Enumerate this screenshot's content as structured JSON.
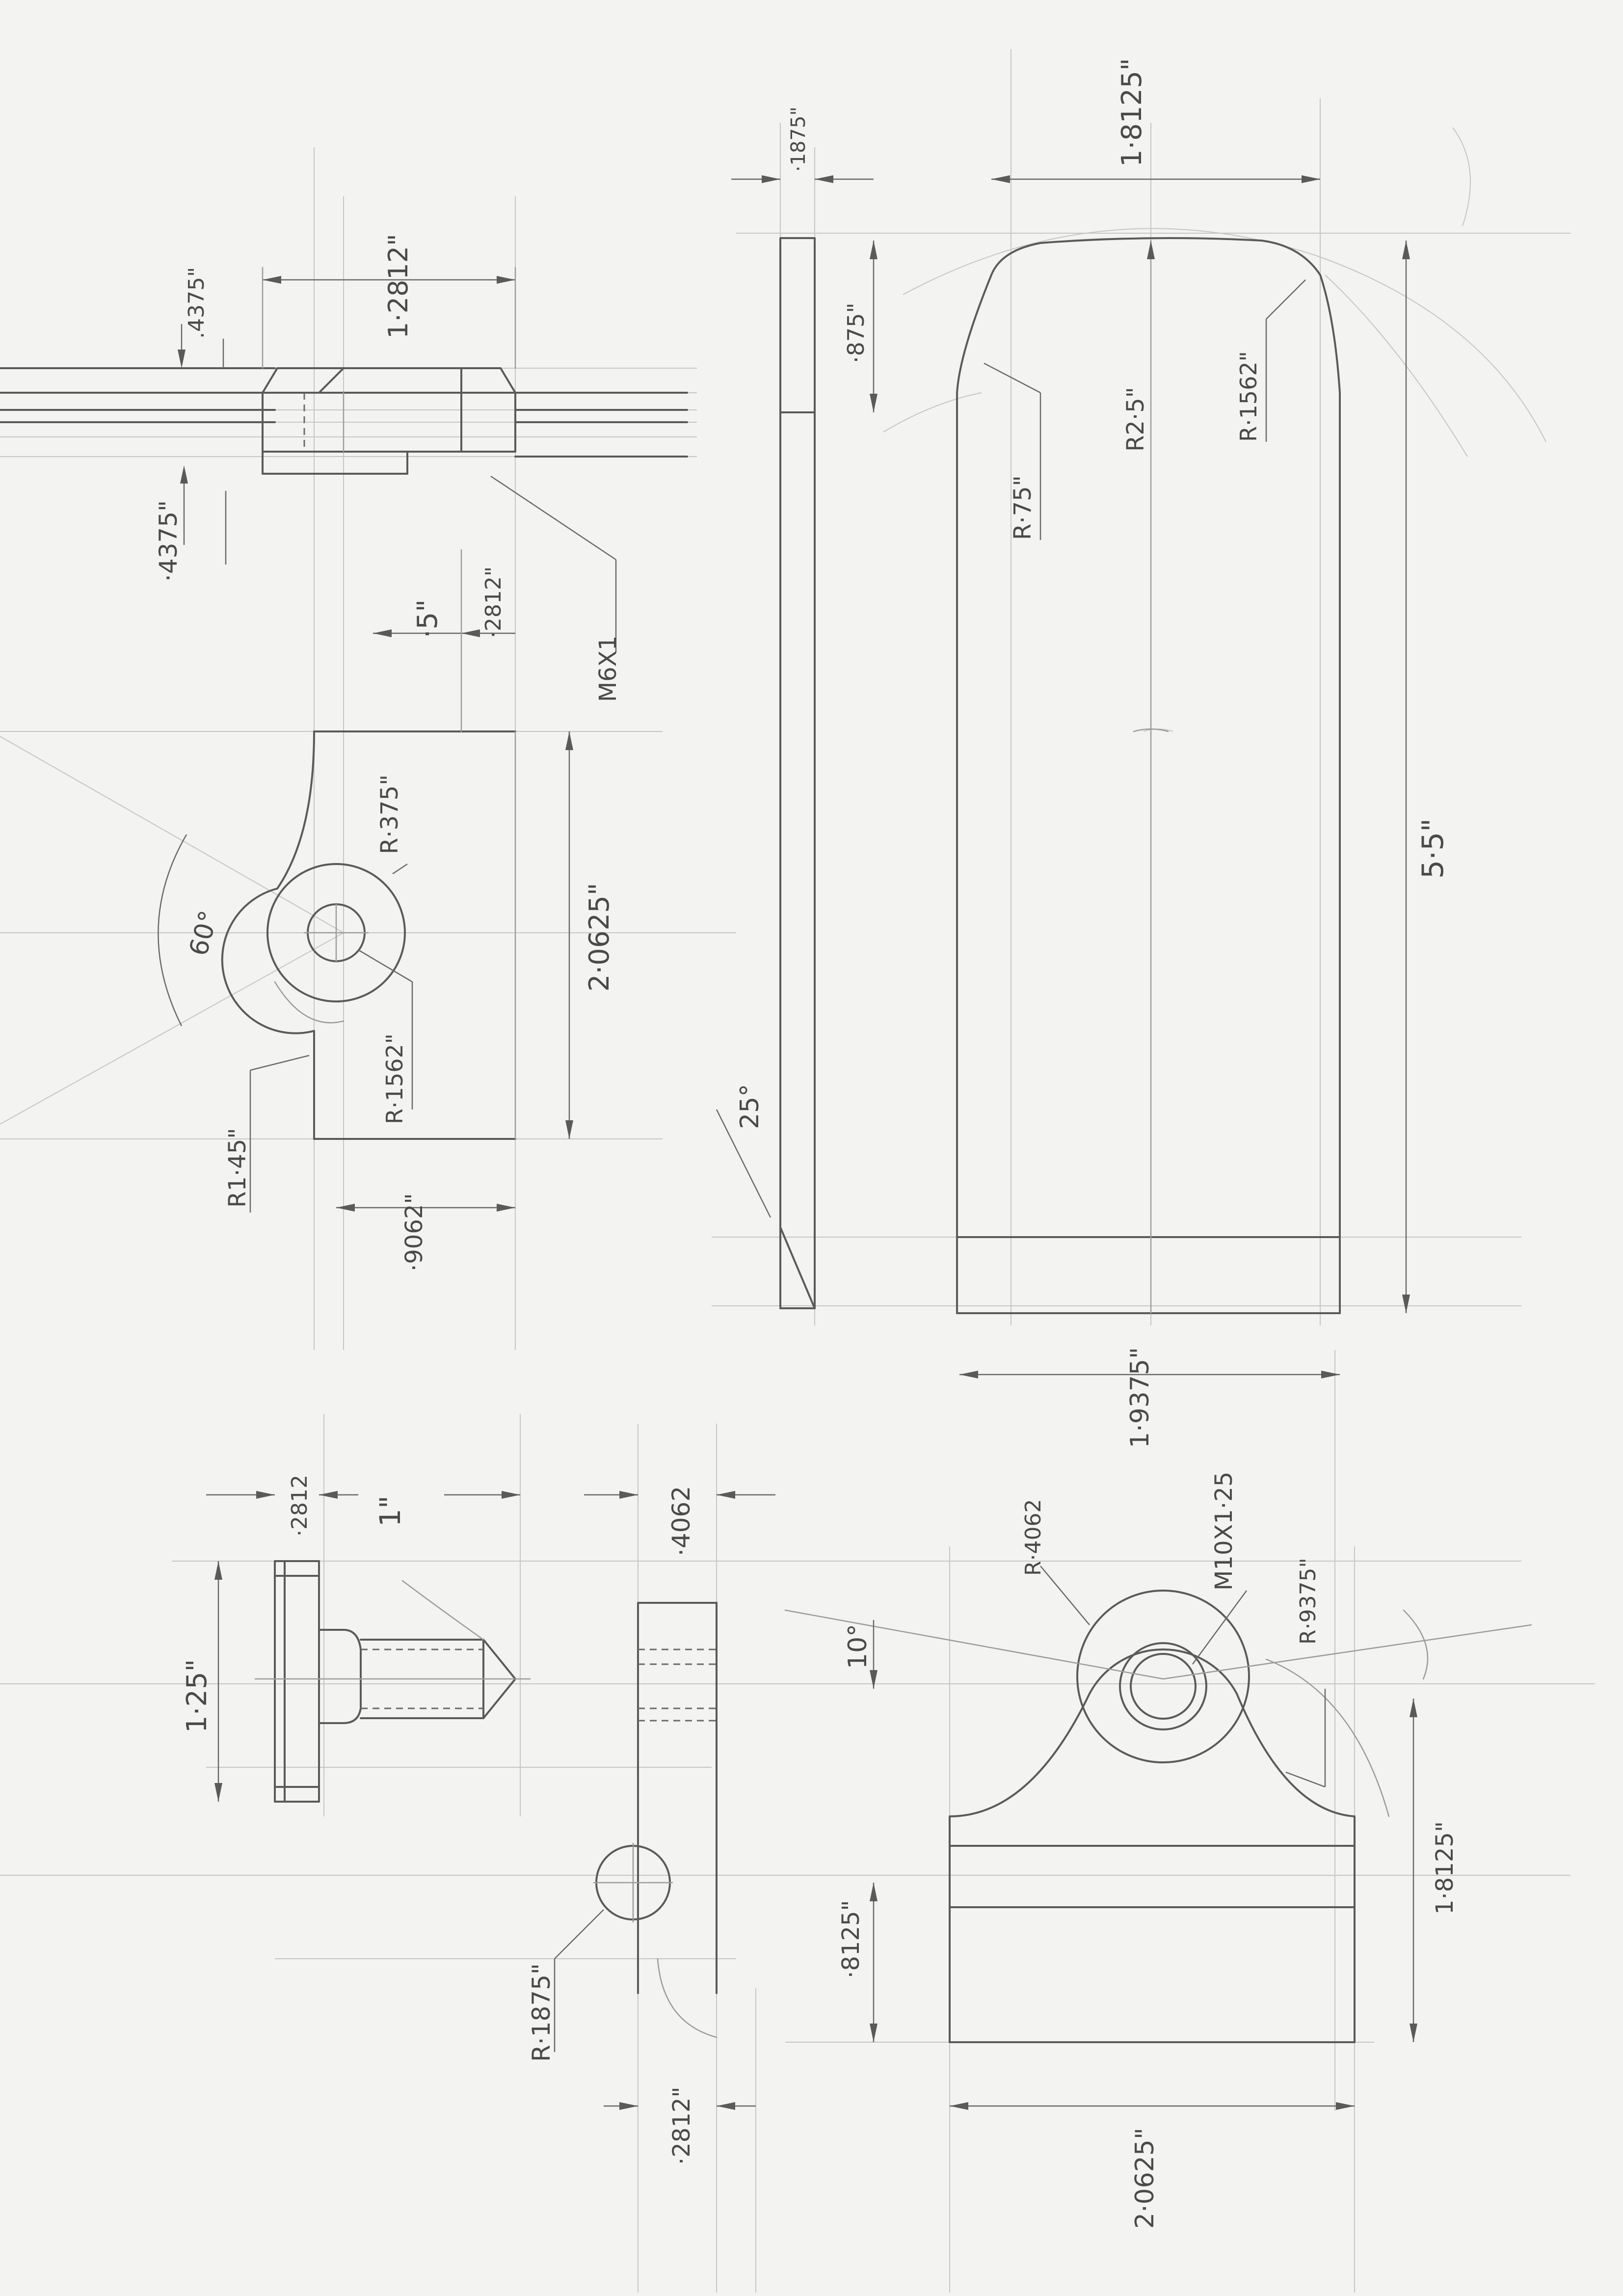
{
  "colors": {
    "paper": "#f3f3f1",
    "pencil": "#5a5a5a",
    "construction": "#c6c6c6"
  },
  "dims": {
    "d4375_top": ".4375\"",
    "d12812": "1·2812\"",
    "d4375_side": "·4375\"",
    "d5": "·5\"",
    "d2812_a": "·2812\"",
    "m6": "M6X1",
    "r375": "R·375\"",
    "r1562_a": "R·1562\"",
    "d20625_a": "2·0625\"",
    "angle60": "60°",
    "r145": "R1·45\"",
    "d9062": "·9062\"",
    "d1875": "·1875\"",
    "d875": "·875\"",
    "d18125_top": "1·8125\"",
    "r75": "R·75\"",
    "r25": "R2·5\"",
    "r1562_b": "R·1562\"",
    "d55": "5·5\"",
    "angle25": "25°",
    "d19375": "1·9375\"",
    "d2812_b": "·2812",
    "d1": "1\"",
    "d4062": "·4062",
    "d125": "1·25\"",
    "r4062": "R·4062",
    "m10": "M10X1·25",
    "r9375": "R·9375\"",
    "angle10": "10°",
    "r1875": "R·1875\"",
    "d8125": "·8125\"",
    "d18125_bot": "1·8125\"",
    "d2812_c": "·2812\"",
    "d20625_b": "2·0625\""
  }
}
